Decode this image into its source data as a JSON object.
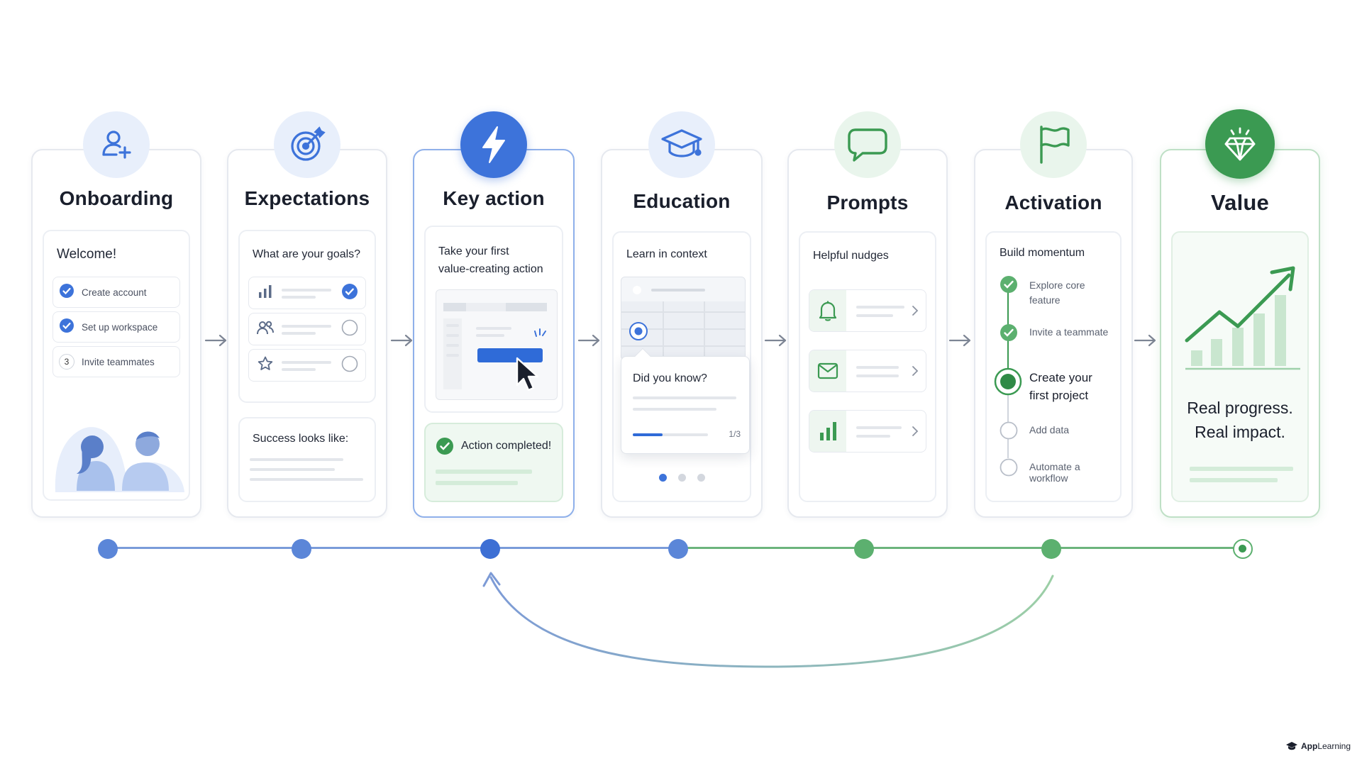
{
  "stages": [
    {
      "title": "Onboarding",
      "icon": "person-add-icon"
    },
    {
      "title": "Expectations",
      "icon": "target-icon"
    },
    {
      "title": "Key action",
      "icon": "lightning-icon"
    },
    {
      "title": "Education",
      "icon": "graduation-cap-icon"
    },
    {
      "title": "Prompts",
      "icon": "chat-bubble-icon"
    },
    {
      "title": "Activation",
      "icon": "flag-icon"
    },
    {
      "title": "Value",
      "icon": "diamond-icon"
    }
  ],
  "onboarding": {
    "heading": "Welcome!",
    "items": [
      {
        "label": "Create account",
        "state": "done"
      },
      {
        "label": "Set up workspace",
        "state": "done"
      },
      {
        "label": "Invite teammates",
        "state": "todo",
        "number": "3"
      }
    ]
  },
  "expectations": {
    "heading": "What are your goals?",
    "goals": [
      {
        "icon": "bar-chart-icon",
        "checked": true
      },
      {
        "icon": "people-icon",
        "checked": false
      },
      {
        "icon": "star-icon",
        "checked": false
      }
    ],
    "success_heading": "Success looks like:"
  },
  "key_action": {
    "heading_line1": "Take your first",
    "heading_line2": "value-creating action",
    "completed": "Action completed!"
  },
  "education": {
    "heading": "Learn in context",
    "tooltip_title": "Did you know?",
    "pager": "1/3",
    "progress": 0.4
  },
  "prompts": {
    "heading": "Helpful nudges",
    "nudges": [
      {
        "icon": "bell-icon"
      },
      {
        "icon": "mail-icon"
      },
      {
        "icon": "bar-chart-icon"
      }
    ]
  },
  "activation": {
    "heading": "Build momentum",
    "steps": [
      {
        "label_line1": "Explore core",
        "label_line2": "feature",
        "state": "done"
      },
      {
        "label_line1": "Invite a teammate",
        "label_line2": "",
        "state": "done"
      },
      {
        "label_line1": "Create your",
        "label_line2": "first project",
        "state": "current"
      },
      {
        "label_line1": "Add data",
        "label_line2": "",
        "state": "todo"
      },
      {
        "label_line1": "Automate a workflow",
        "label_line2": "",
        "state": "todo"
      }
    ]
  },
  "value": {
    "line1": "Real progress.",
    "line2": "Real impact."
  },
  "colors": {
    "blue": "#3d73da",
    "blue_light": "#e8effb",
    "green": "#3b9a52",
    "green_light": "#e9f5ec",
    "timeline_blue": "#6f93d8",
    "timeline_green": "#6cb47c"
  },
  "branding": {
    "logo_bold": "App",
    "logo_rest": "Learning"
  }
}
